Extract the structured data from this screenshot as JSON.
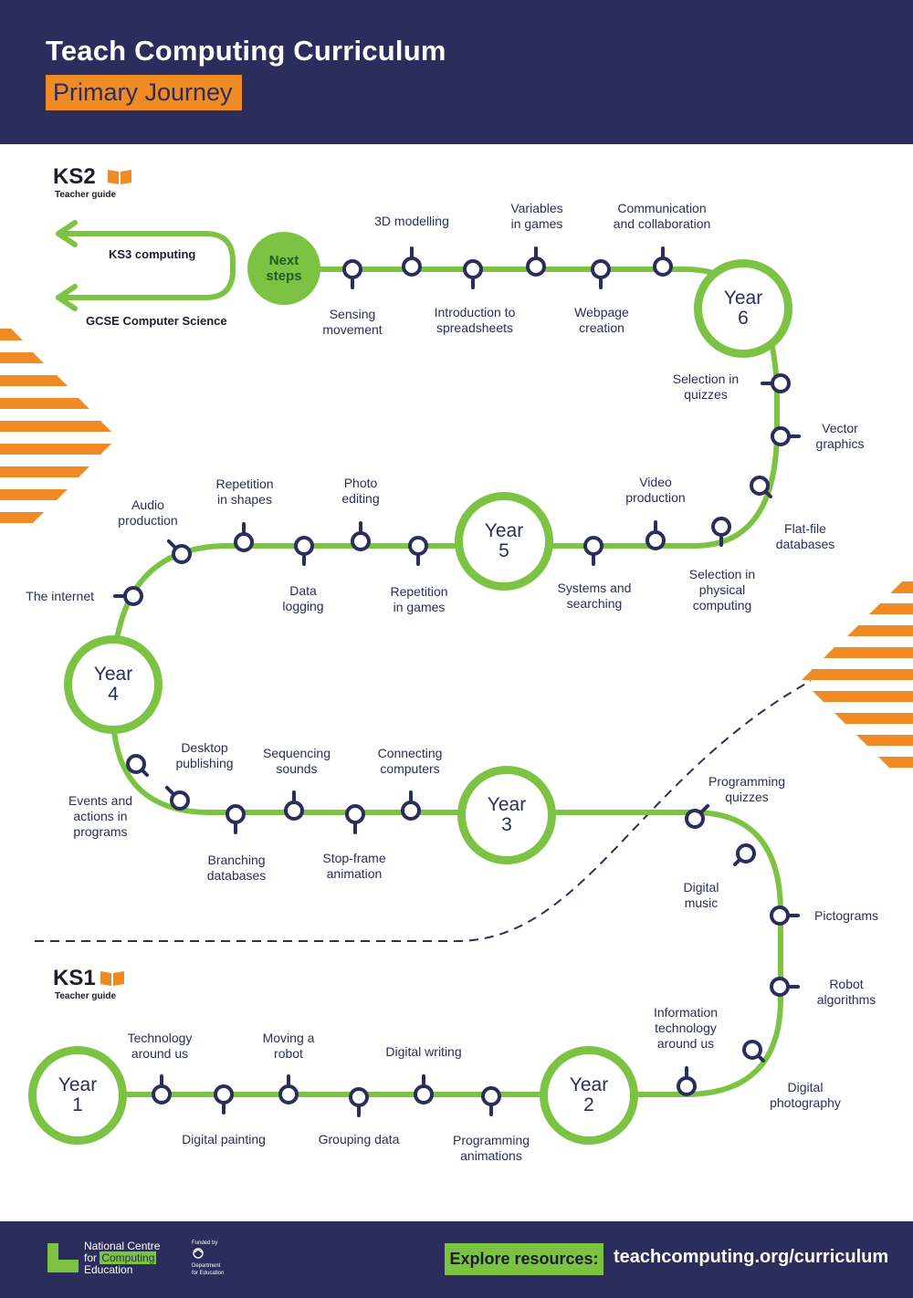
{
  "header": {
    "title": "Teach Computing Curriculum",
    "subtitle": "Primary Journey"
  },
  "ks2": {
    "label": "KS2",
    "guide": "Teacher guide"
  },
  "ks1": {
    "label": "KS1",
    "guide": "Teacher guide"
  },
  "next_steps": {
    "label": "Next\nsteps",
    "destinations": [
      "KS3 computing",
      "GCSE Computer Science"
    ]
  },
  "years": [
    "Year\n6",
    "Year\n5",
    "Year\n4",
    "Year\n3",
    "Year\n2",
    "Year\n1"
  ],
  "units": {
    "year6": [
      "Sensing\nmovement",
      "3D modelling",
      "Introduction to\nspreadsheets",
      "Variables\nin games",
      "Webpage\ncreation",
      "Communication\nand collaboration"
    ],
    "year5_col": [
      "Selection in\nquizzes",
      "Vector\ngraphics",
      "Flat-file\ndatabases"
    ],
    "year5": [
      "Selection in\nphysical\ncomputing",
      "Video\nproduction",
      "Systems and\nsearching"
    ],
    "year4": [
      "Repetition\nin games",
      "Photo\nediting",
      "Data\nlogging",
      "Repetition\nin shapes",
      "Audio\nproduction",
      "The internet"
    ],
    "year3": [
      "Events and\nactions in\nprograms",
      "Desktop\npublishing",
      "Branching\ndatabases",
      "Sequencing\nsounds",
      "Stop-frame\nanimation",
      "Connecting\ncomputers"
    ],
    "year2_col": [
      "Programming\nquizzes",
      "Digital\nmusic",
      "Pictograms",
      "Robot\nalgorithms",
      "Digital photography",
      "Information\ntechnology\naround us"
    ],
    "year1": [
      "Technology\naround us",
      "Digital painting",
      "Moving a\nrobot",
      "Grouping data",
      "Digital writing",
      "Programming\nanimations"
    ]
  },
  "footer": {
    "logo_line1": "National Centre",
    "logo_line2_pre": "for ",
    "logo_line2_hl": "Computing",
    "logo_line3": "Education",
    "funded_by": "Funded by",
    "department": "Department\nfor Education",
    "explore_label": "Explore resources:",
    "url": "teachcomputing.org/curriculum"
  },
  "colors": {
    "navy": "#2b2d5c",
    "orange": "#f08a24",
    "green": "#7cc343"
  },
  "icons": [
    "book-icon",
    "arrow-left-icon",
    "lock-pin-icon",
    "magnifier-icon",
    "crown-icon"
  ]
}
